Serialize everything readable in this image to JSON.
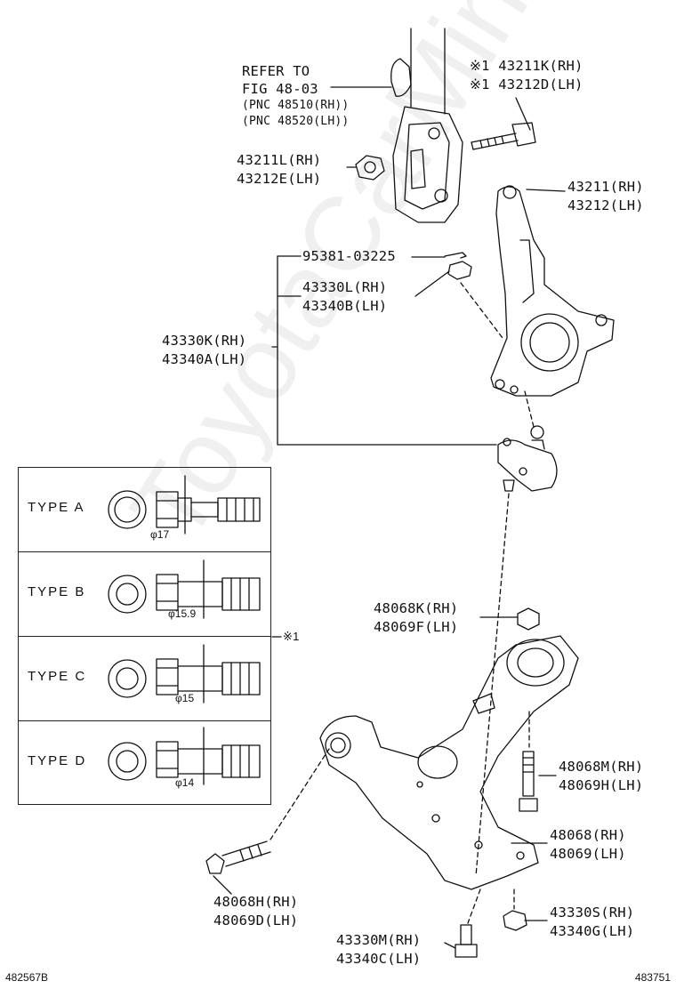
{
  "watermark": "ToyotaCarMine.ru",
  "refer": {
    "line1": "REFER TO",
    "line2": "FIG 48-03",
    "line3": "(PNC 48510(RH))",
    "line4": "(PNC 48520(LH))"
  },
  "parts": {
    "p43211K": "※1 43211K(RH)",
    "p43212D": "※1 43212D(LH)",
    "p43211L": "43211L(RH)",
    "p43212E": "43212E(LH)",
    "p43211": "43211(RH)",
    "p43212": "43212(LH)",
    "p95381": "95381-03225",
    "p43330L": "43330L(RH)",
    "p43340B": "43340B(LH)",
    "p43330K": "43330K(RH)",
    "p43340A": "43340A(LH)",
    "p48068K": "48068K(RH)",
    "p48069F": "48069F(LH)",
    "p48068M": "48068M(RH)",
    "p48069H": "48069H(LH)",
    "p48068": "48068(RH)",
    "p48069": "48069(LH)",
    "p48068H": "48068H(RH)",
    "p48069D": "48069D(LH)",
    "p43330S": "43330S(RH)",
    "p43340G": "43340G(LH)",
    "p43330M": "43330M(RH)",
    "p43340C": "43340C(LH)"
  },
  "note_mark": "※1",
  "types": [
    {
      "name": "TYPE A",
      "diameter": "φ17"
    },
    {
      "name": "TYPE B",
      "diameter": "φ15.9"
    },
    {
      "name": "TYPE C",
      "diameter": "φ15"
    },
    {
      "name": "TYPE D",
      "diameter": "φ14"
    }
  ],
  "footer": {
    "left": "482567B",
    "right": "483751"
  }
}
